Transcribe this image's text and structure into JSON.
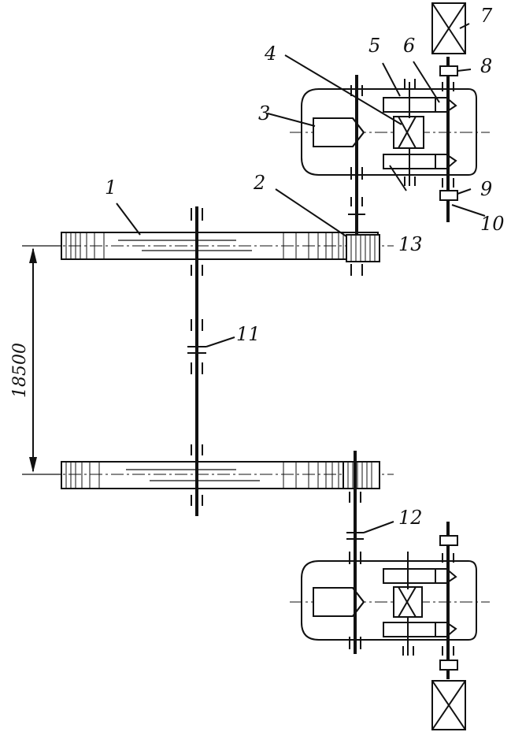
{
  "figure": {
    "dimension_label": "18500",
    "callouts": [
      {
        "id": "1",
        "text": "1"
      },
      {
        "id": "2",
        "text": "2"
      },
      {
        "id": "3",
        "text": "3"
      },
      {
        "id": "4",
        "text": "4"
      },
      {
        "id": "5",
        "text": "5"
      },
      {
        "id": "6",
        "text": "6"
      },
      {
        "id": "7",
        "text": "7"
      },
      {
        "id": "8",
        "text": "8"
      },
      {
        "id": "9",
        "text": "9"
      },
      {
        "id": "10",
        "text": "10"
      },
      {
        "id": "11",
        "text": "11"
      },
      {
        "id": "12",
        "text": "12"
      },
      {
        "id": "13",
        "text": "13"
      }
    ]
  }
}
